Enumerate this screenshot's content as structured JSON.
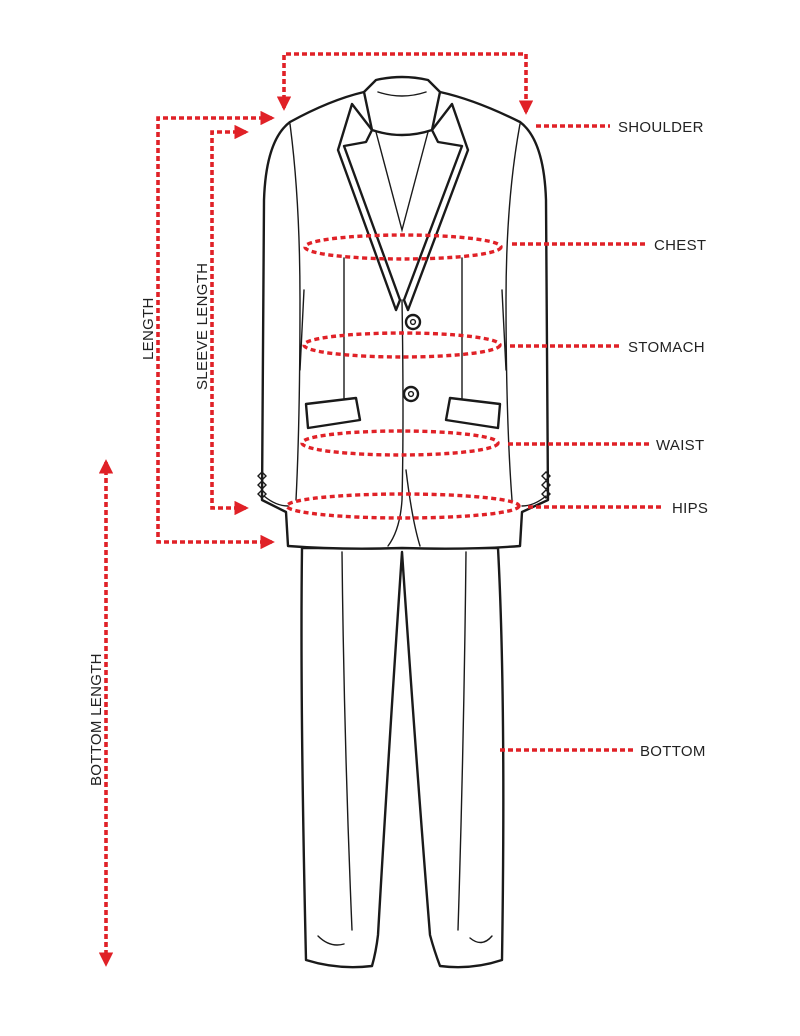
{
  "colors": {
    "accent": "#e02127",
    "line": "#1a1a1a",
    "background": "#ffffff",
    "text": "#222222"
  },
  "labels": {
    "shoulder": "SHOULDER",
    "chest": "CHEST",
    "stomach": "STOMACH",
    "waist": "WAIST",
    "hips": "HIPS",
    "bottom": "BOTTOM",
    "length": "LENGTH",
    "sleeve_length": "SLEEVE LENGTH",
    "bottom_length": "BOTTOM LENGTH"
  }
}
